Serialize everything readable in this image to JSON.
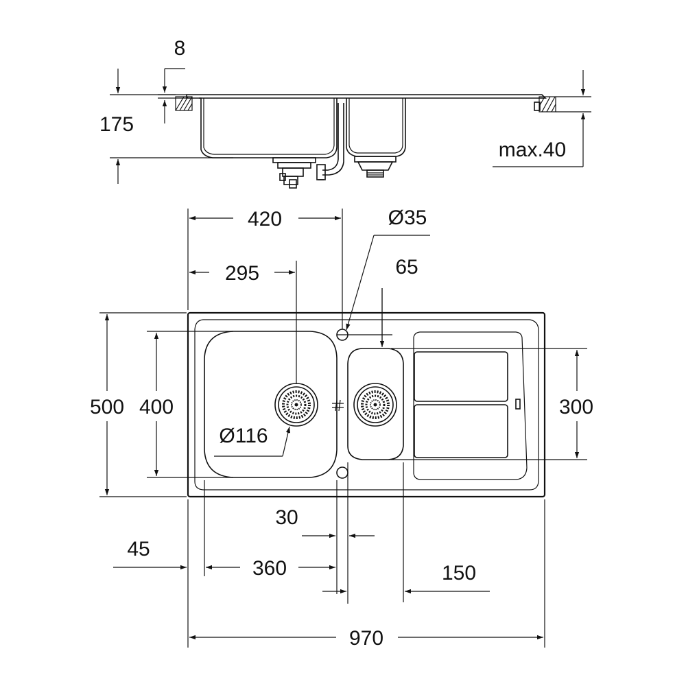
{
  "dimensions": {
    "flange_thickness": "8",
    "bowl_depth": "175",
    "worktop_thickness": "max.40",
    "main_bowl_outlet_offset": "295",
    "main_bowl_tap_hole_offset": "420",
    "tap_hole_diameter": "Ø35",
    "small_bowl_outlet_offset": "65",
    "overall_depth": "500",
    "main_bowl_depth": "400",
    "drainer_depth": "300",
    "waste_diameter": "Ø116",
    "bowl_gap": "30",
    "left_margin": "45",
    "main_bowl_width": "360",
    "small_bowl_width": "150",
    "overall_width": "970"
  },
  "colors": {
    "line": "#111111",
    "background": "#ffffff"
  }
}
